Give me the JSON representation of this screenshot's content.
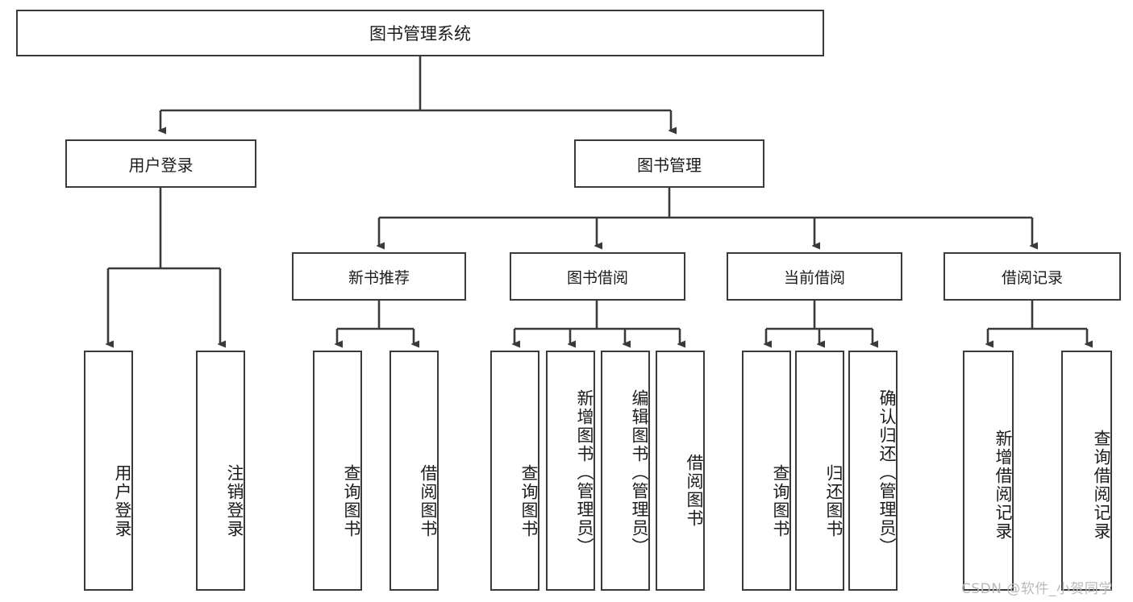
{
  "diagram": {
    "title": "图书管理系统",
    "type": "tree",
    "root": {
      "label": "图书管理系统"
    },
    "level1": [
      {
        "label": "用户登录"
      },
      {
        "label": "图书管理"
      }
    ],
    "level2": [
      {
        "label": "新书推荐",
        "parent": "图书管理"
      },
      {
        "label": "图书借阅",
        "parent": "图书管理"
      },
      {
        "label": "当前借阅",
        "parent": "图书管理"
      },
      {
        "label": "借阅记录",
        "parent": "图书管理"
      }
    ],
    "leaves": [
      {
        "label": "用户登录",
        "parent": "用户登录"
      },
      {
        "label": "注销登录",
        "parent": "用户登录"
      },
      {
        "label": "查询图书",
        "parent": "新书推荐"
      },
      {
        "label": "借阅图书",
        "parent": "新书推荐"
      },
      {
        "label": "查询图书",
        "parent": "图书借阅"
      },
      {
        "label": "新增图书（管理员）",
        "parent": "图书借阅"
      },
      {
        "label": "编辑图书（管理员）",
        "parent": "图书借阅"
      },
      {
        "label": "借阅图书",
        "parent": "图书借阅"
      },
      {
        "label": "查询图书",
        "parent": "当前借阅"
      },
      {
        "label": "归还图书",
        "parent": "当前借阅"
      },
      {
        "label": "确认归还（管理员）",
        "parent": "当前借阅"
      },
      {
        "label": "新增借阅记录",
        "parent": "借阅记录"
      },
      {
        "label": "查询借阅记录",
        "parent": "借阅记录"
      }
    ]
  },
  "watermark": {
    "text": "CSDN @软件_小贺同学"
  },
  "colors": {
    "stroke": "#3a3a3a",
    "background": "#ffffff",
    "text": "#1b1b1b",
    "watermark": "#b9b9b9"
  }
}
